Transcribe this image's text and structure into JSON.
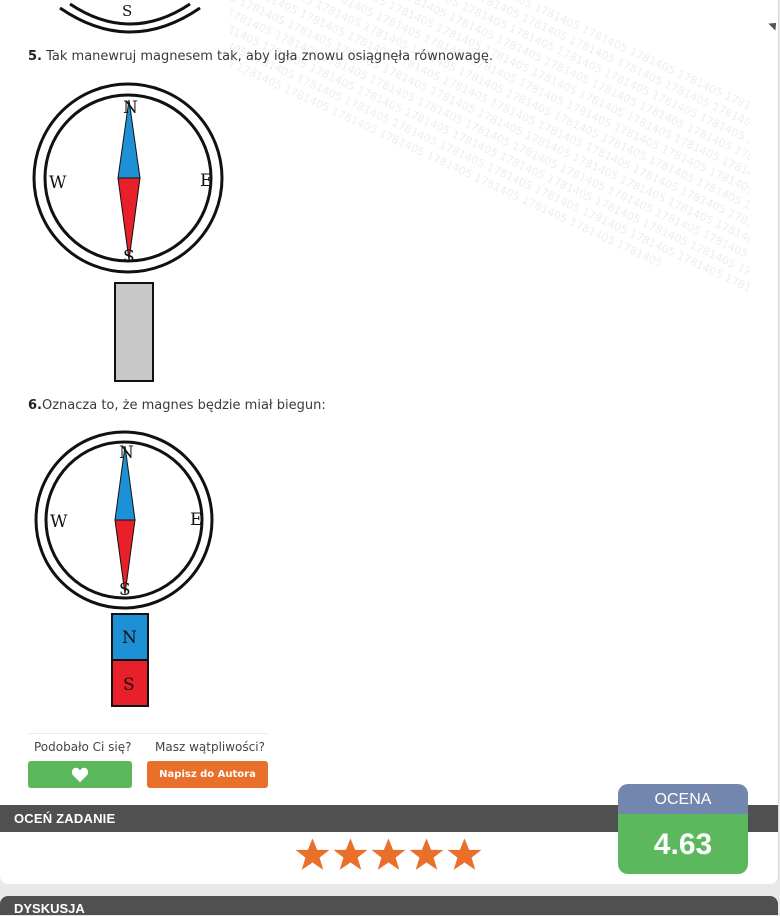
{
  "tasks": {
    "task5": {
      "number": "5.",
      "text": "Tak manewruj magnesem tak, aby igła znowu osiągnęła równowagę."
    },
    "task6": {
      "number": "6.",
      "text": "Oznacza to, że magnes będzie miał biegun:"
    }
  },
  "compass": {
    "north": "N",
    "south": "S",
    "west": "W",
    "east": "E",
    "needle_north_color": "#1e90d6",
    "needle_south_color": "#e8202a"
  },
  "magnet": {
    "pole_top": "N",
    "pole_bottom": "S",
    "top_color": "#1e90d6",
    "bottom_color": "#e8202a"
  },
  "watermark": {
    "text": "1781405 1781405 1781405 1781405 1781405 1781405 1781405 1781405 1781405 1781405 1781405 1781405 1781405 1781405 1781405 1781405 1781405 1781405 1781405 1781405 1781405 1781405 1781405 1781405 1781405 1781405 1781405 1781405 1781405 1781405 1781405 1781405 1781405 1781405 1781405 1781405 1781405 1781405 1781405 1781405 1781405 1781405 1781405 1781405 1781405 1781405 1781405 1781405 1781405 1781405 1781405 1781405 1781405 1781405 1781405 1781405 1781405 1781405 1781405 1781405 1781405 1781405 1781405 1781405 1781405 1781405 1781405 1781405 1781405 1781405 1781405 1781405 1781405 1781405 1781405 1781405 1781405 1781405 1781405 1781405 1781405 1781405 1781405 1781405 1781405 1781405 1781405 1781405 1781405 1781405 1781405 1781405 1781405 1781405 1781405 1781405 1781405 1781405 1781405 1781405 1781405 1781405 1781405 1781405 1781405 1781405 1781405 1781405 1781405 1781405 1781405 1781405 1781405 1781405 1781405 1781405 1781405 1781405 1781405 1781405 1781405 1781405 1781405 1781405 1781405 1781405 1781405 1781405 1781405 1781405 1781405 1781405 1781405 1781405 1781405 1781405 1781405 1781405 1781405 1781405 1781405 1781405 1781405 1781405 1781405 1781405 1781405 1781405 1781405 1781405 1781405 1781405 1781405 1781405 1781405 1781405 1781405 1781405 1781405 1781405 1781405 1781405 1781405 1781405 1781405 1781405 1781405 1781405 1781405 1781405 1781405 1781405 1781405 1781405 1781405 1781405 1781405 1781405 1781405 1781405 1781405 1781405 1781405 1781405 1781405 1781405 1781405 1781405 1781405 1781405 1781405 1781405 1781405 1781405 1781405 1781405 1781405 1781405 1781405 1781405 1781405 1781405 1781405 1781405 1781405 1781405 1781405 1781405 1781405 1781405 1781405 1781405 1781405 1781405 1781405 1781405 1781405 1781405 1781405"
  },
  "feedback": {
    "like_question": "Podobało Ci się?",
    "doubt_question": "Masz wątpliwości?",
    "like_icon": "heart-icon",
    "write_author_label": "Napisz do Autora"
  },
  "rating": {
    "section_title": "OCEŃ ZADANIE",
    "stars_count": 5,
    "star_color": "#e8702a",
    "score_label": "OCENA",
    "score_value": "4.63"
  },
  "discussion": {
    "title": "DYSKUSJA"
  },
  "colors": {
    "green": "#5cb85c",
    "orange": "#e8702a",
    "bar": "#505050",
    "score_header": "#7387ae"
  }
}
